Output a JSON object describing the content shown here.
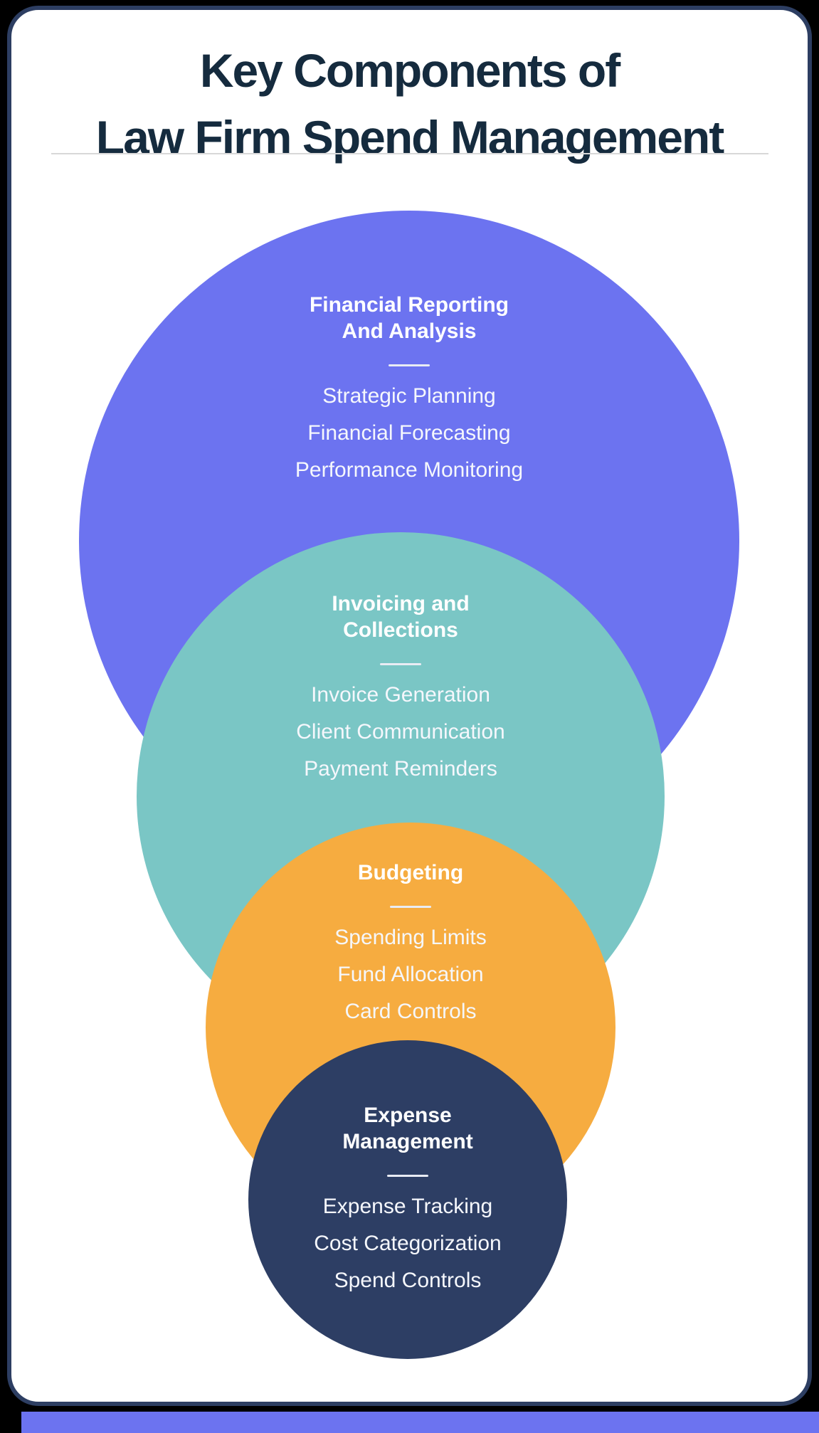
{
  "title": {
    "line1": "Key Components of",
    "line2": "Law Firm Spend Management"
  },
  "diagram": {
    "type": "stacked-overlapping-circles",
    "circles": [
      {
        "name": "Financial Reporting And Analysis",
        "heading_line1": "Financial Reporting",
        "heading_line2": "And Analysis",
        "items": [
          "Strategic Planning",
          "Financial Forecasting",
          "Performance Monitoring"
        ],
        "color": "#6C73F0"
      },
      {
        "name": "Invoicing and Collections",
        "heading_line1": "Invoicing and",
        "heading_line2": "Collections",
        "items": [
          "Invoice Generation",
          "Client Communication",
          "Payment Reminders"
        ],
        "color": "#7AC6C5"
      },
      {
        "name": "Budgeting",
        "heading_line1": "Budgeting",
        "items": [
          "Spending Limits",
          "Fund Allocation",
          "Card Controls"
        ],
        "color": "#F6AC40"
      },
      {
        "name": "Expense Management",
        "heading_line1": "Expense",
        "heading_line2": "Management",
        "items": [
          "Expense Tracking",
          "Cost Categorization",
          "Spend Controls"
        ],
        "color": "#2D3E64"
      }
    ]
  },
  "colors": {
    "page_background": "#000000",
    "card_background": "#FFFFFF",
    "card_border": "#2D3E62",
    "title_text": "#152B3E",
    "title_rule": "#D8D8D8",
    "circle_text": "#FFFFFF",
    "bottom_bar": "#6C73F0"
  }
}
